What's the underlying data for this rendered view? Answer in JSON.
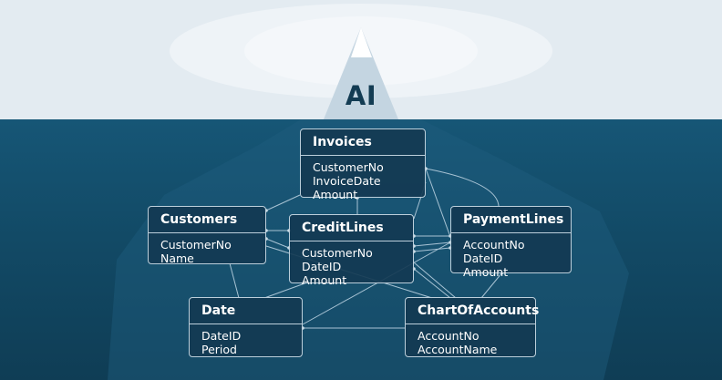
{
  "title": "AI",
  "colors": {
    "sky": "#e3ebf1",
    "sea": "#154760",
    "title_text": "#133c53",
    "entity_fill": "#133a53",
    "entity_border": "#bccfdb",
    "connector": "#a8c3d4"
  },
  "entities": {
    "invoices": {
      "name": "Invoices",
      "fields": [
        "CustomerNo",
        "InvoiceDate",
        "Amount"
      ]
    },
    "customers": {
      "name": "Customers",
      "fields": [
        "CustomerNo",
        "Name"
      ]
    },
    "creditlines": {
      "name": "CreditLines",
      "fields": [
        "CustomerNo",
        "DateID",
        "Amount"
      ]
    },
    "paymentlines": {
      "name": "PaymentLines",
      "fields": [
        "AccountNo",
        "DateID",
        "Amount"
      ]
    },
    "date": {
      "name": "Date",
      "fields": [
        "DateID",
        "Period"
      ]
    },
    "chartofaccounts": {
      "name": "ChartOfAccounts",
      "fields": [
        "AccountNo",
        "AccountName"
      ]
    }
  }
}
